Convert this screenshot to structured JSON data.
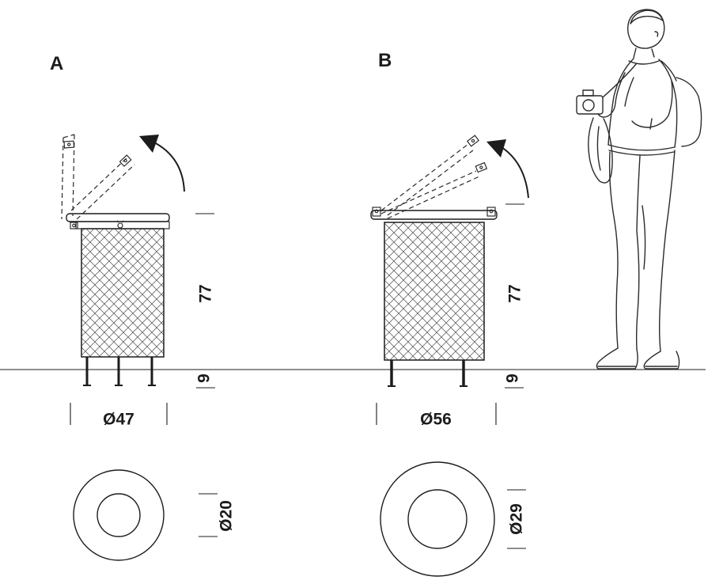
{
  "colors": {
    "ink": "#1c1c1c",
    "background": "#ffffff"
  },
  "variant_a": {
    "label": "A",
    "height": "77",
    "leg_height": "9",
    "body_diameter": "Ø47",
    "opening_diameter": "Ø20"
  },
  "variant_b": {
    "label": "B",
    "height": "77",
    "leg_height": "9",
    "body_diameter": "Ø56",
    "opening_diameter": "Ø29"
  }
}
